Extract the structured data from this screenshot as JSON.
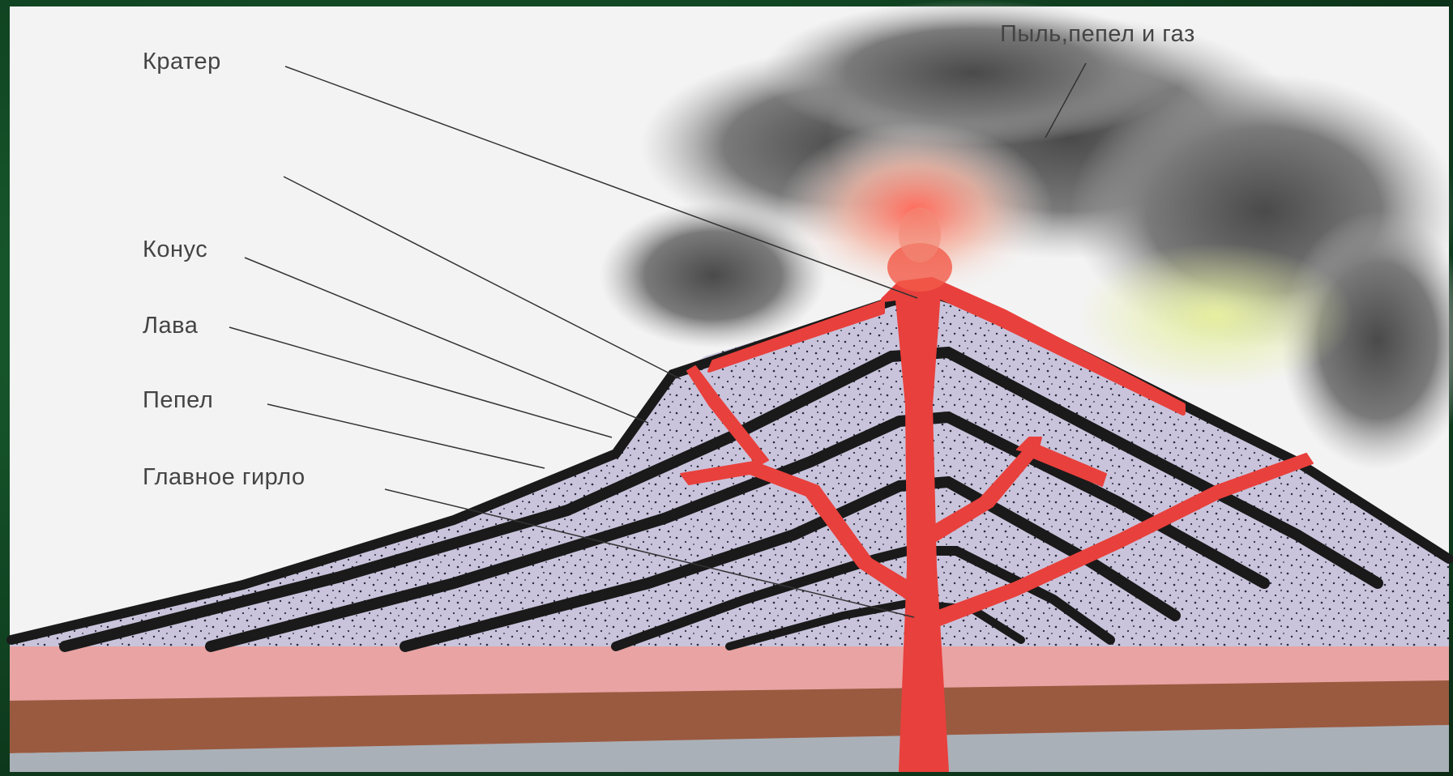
{
  "labels": {
    "crater": "Кратер",
    "cone": "Конус",
    "lava": "Лава",
    "ash": "Пепел",
    "main_vent": "Главное гирло",
    "dust_ash_gas": "Пыль,пепел и газ"
  },
  "colors": {
    "frame": "#124a25",
    "sky": "#f3f3f3",
    "cone_fill": "#c9c4dc",
    "lava_layer": "#1a1a1a",
    "magma": "#e8403c",
    "pink_stratum": "#e9a3a3",
    "brown_stratum": "#9a5a40",
    "gray_stratum": "#aab0b8",
    "smoke": "#6a6a6a",
    "label_text": "#444444"
  }
}
